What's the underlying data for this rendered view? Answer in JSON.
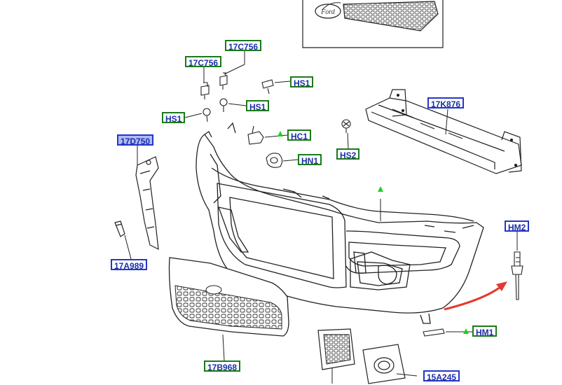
{
  "diagram": {
    "logo_text": "Ford",
    "accent_arrow_color": "#e23a2e",
    "marker_color": "#1fd11f",
    "labels": {
      "c17c756_top": "17C756",
      "c17c756_left": "17C756",
      "hs1_top": "HS1",
      "hs1_mid": "HS1",
      "hs1_left": "HS1",
      "hc1": "HC1",
      "hn1": "HN1",
      "hs2": "HS2",
      "c17k876": "17K876",
      "c17d750": "17D750",
      "c17a989": "17A989",
      "hm2": "HM2",
      "hm1": "HM1",
      "c17b968": "17B968",
      "c15a245": "15A245"
    }
  }
}
